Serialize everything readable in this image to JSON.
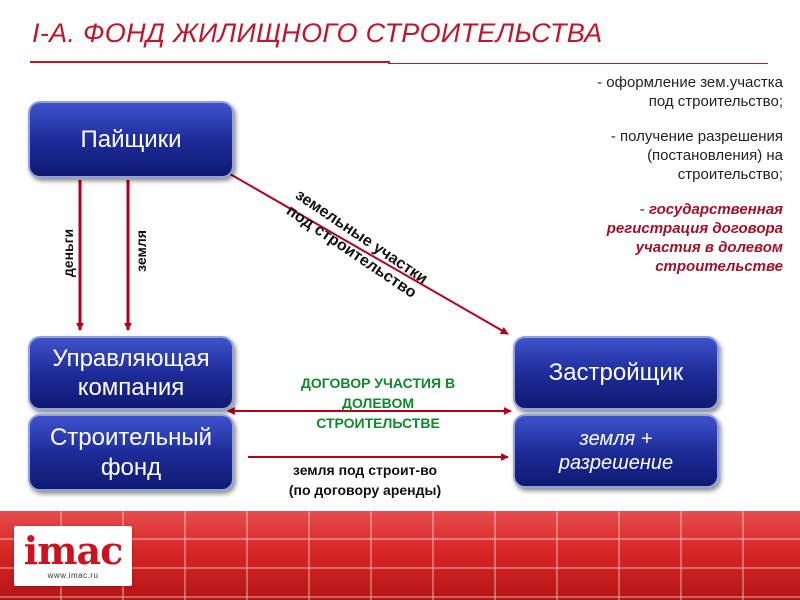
{
  "title": "I-А. ФОНД ЖИЛИЩНОГО СТРОИТЕЛЬСТВА",
  "colors": {
    "title": "#c0162c",
    "box": "#1d2b98",
    "arrow": "#b3001b",
    "contract_text": "#11882e",
    "highlight_note": "#a31129",
    "footer": "#d72626"
  },
  "boxes": {
    "payshchiki": "Пайщики",
    "uk_line1": "Управляющая",
    "uk_line2": "компания",
    "fond_line1": "Строительный",
    "fond_line2": "фонд",
    "zastroishchik": "Застройщик",
    "zemlya_line1": "земля +",
    "zemlya_line2": "разрешение"
  },
  "notes": {
    "item1_line1": "- оформление зем.участка",
    "item1_line2": "под строительство;",
    "item2_line1": "- получение разрешения",
    "item2_line2": "(постановления) на",
    "item2_line3": "строительство;",
    "item3_prefix": "- ",
    "item3_line1": "государственная",
    "item3_line2": "регистрация договора",
    "item3_line3": "участия в долевом",
    "item3_line4": "строительстве"
  },
  "labels": {
    "dengi": "деньги",
    "zemlya": "земля",
    "diag_line1": "земельные участки",
    "diag_line2": "под строительство",
    "contract_line1": "ДОГОВОР УЧАСТИЯ В",
    "contract_line2": "ДОЛЕВОМ",
    "contract_line3": "СТРОИТЕЛЬСТВЕ",
    "lease_line1": "земля под строит-во",
    "lease_line2": "(по договору аренды)"
  },
  "logo": {
    "text": "imac",
    "url": "www.imac.ru"
  }
}
